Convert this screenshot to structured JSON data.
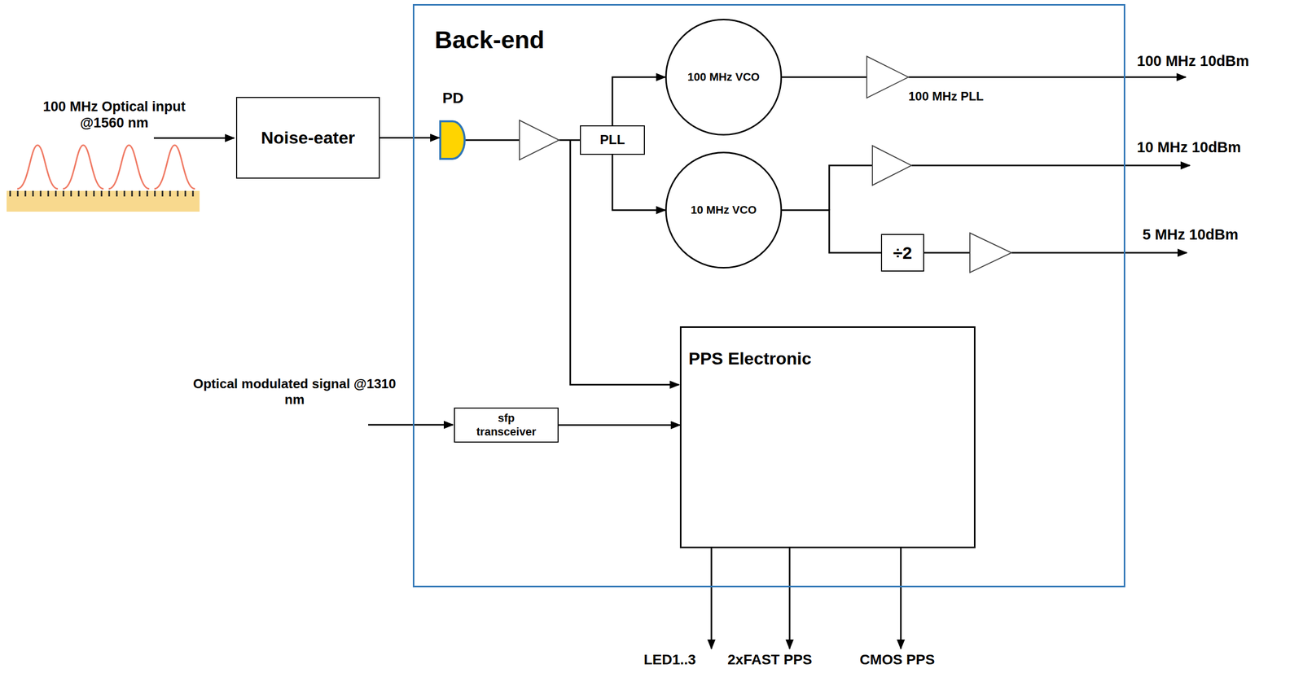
{
  "diagram": {
    "nodes": [
      {
        "text": [
          "Noise-eater"
        ]
      },
      {
        "text": [
          "Back-end"
        ]
      },
      {
        "text": [
          "PLL"
        ],
        "in": 1
      },
      {
        "text": [
          "100 MHz VCO"
        ],
        "in": 1
      },
      {
        "text": [
          "10 MHz VCO"
        ],
        "in": 1
      },
      {
        "text": [
          "÷2"
        ],
        "in": 1
      },
      {
        "text": [
          "PPS Electronic"
        ],
        "in": 1
      },
      {
        "text": [
          "sfp transceiver"
        ],
        "in": 1
      }
    ],
    "edges": [
      {
        "from": 0,
        "to": 1,
        "arrow": "to"
      },
      {
        "from": 2,
        "to": 3,
        "arrow": "to"
      },
      {
        "from": 2,
        "to": 4,
        "arrow": "to"
      },
      {
        "from": 4,
        "to": 5,
        "arrow": "none"
      },
      {
        "from": 7,
        "to": 6,
        "arrow": "to"
      }
    ],
    "labels": [
      "PD",
      "100 MHz PLL",
      "100 MHz 10dBm",
      "10 MHz 10dBm",
      "5 MHz 10dBm",
      "100 MHz Optical input @1560 nm",
      "Optical modulated signal @1310 nm",
      "LED1..3",
      "2xFAST PPS",
      "CMOS PPS"
    ]
  }
}
